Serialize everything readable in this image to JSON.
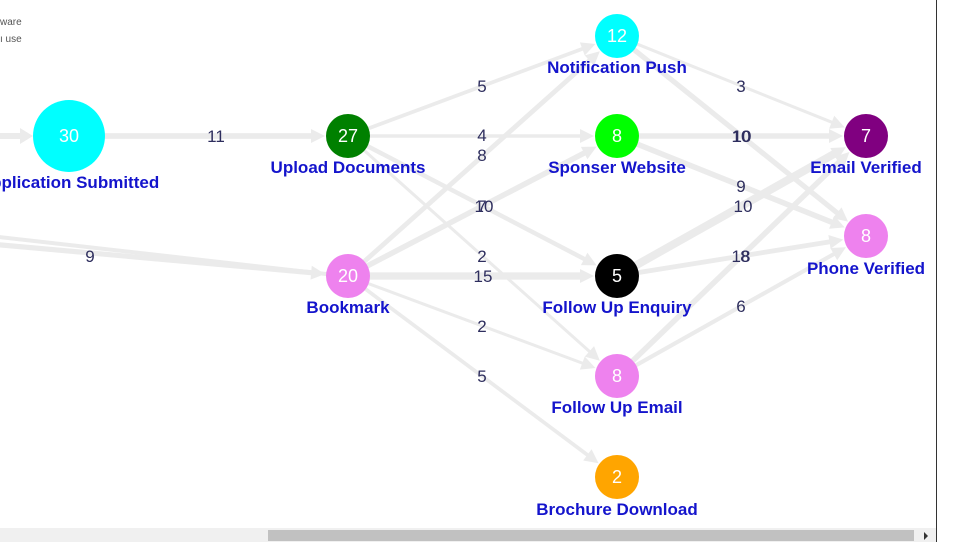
{
  "note": {
    "line1": "ware",
    "line2": "ı use"
  },
  "nodes": [
    {
      "id": "app",
      "label": "Application Submitted",
      "value": "30",
      "color": "#00ffff"
    },
    {
      "id": "upload",
      "label": "Upload Documents",
      "value": "27",
      "color": "#008000"
    },
    {
      "id": "bookmark",
      "label": "Bookmark",
      "value": "20",
      "color": "#ee82ee"
    },
    {
      "id": "notif",
      "label": "Notification Push",
      "value": "12",
      "color": "#00ffff"
    },
    {
      "id": "sponser",
      "label": "Sponser Website",
      "value": "8",
      "color": "#00ff00"
    },
    {
      "id": "fuenq",
      "label": "Follow Up Enquiry",
      "value": "5",
      "color": "#000000"
    },
    {
      "id": "fuemail",
      "label": "Follow Up Email",
      "value": "8",
      "color": "#ee82ee"
    },
    {
      "id": "brochure",
      "label": "Brochure Download",
      "value": "2",
      "color": "#ffa500"
    },
    {
      "id": "emailv",
      "label": "Email Verified",
      "value": "7",
      "color": "#800080"
    },
    {
      "id": "phonev",
      "label": "Phone Verified",
      "value": "8",
      "color": "#ee82ee"
    }
  ],
  "edges": [
    {
      "from": "app",
      "to": "upload",
      "value": "11"
    },
    {
      "from": "offscreen",
      "to": "bookmark",
      "value": "9"
    },
    {
      "from": "upload",
      "to": "notif",
      "value": "5"
    },
    {
      "from": "upload",
      "to": "sponser",
      "value": "4"
    },
    {
      "from": "upload",
      "to": "fuenq",
      "value": "7"
    },
    {
      "from": "upload",
      "to": "fuemail",
      "value": "2"
    },
    {
      "from": "bookmark",
      "to": "notif",
      "value": "8"
    },
    {
      "from": "bookmark",
      "to": "sponser",
      "value": "10"
    },
    {
      "from": "bookmark",
      "to": "fuenq",
      "value": "15"
    },
    {
      "from": "bookmark",
      "to": "fuemail",
      "value": "2"
    },
    {
      "from": "bookmark",
      "to": "brochure",
      "value": "5"
    },
    {
      "from": "notif",
      "to": "emailv",
      "value": "3"
    },
    {
      "from": "notif",
      "to": "phonev",
      "value": "9"
    },
    {
      "from": "sponser",
      "to": "emailv",
      "value": "10"
    },
    {
      "from": "sponser",
      "to": "phonev",
      "value": "10"
    },
    {
      "from": "fuenq",
      "to": "emailv",
      "value": "18"
    },
    {
      "from": "fuenq",
      "to": "phonev",
      "value": "8"
    },
    {
      "from": "fuemail",
      "to": "emailv",
      "value": "10"
    },
    {
      "from": "fuemail",
      "to": "phonev",
      "value": "6"
    }
  ]
}
